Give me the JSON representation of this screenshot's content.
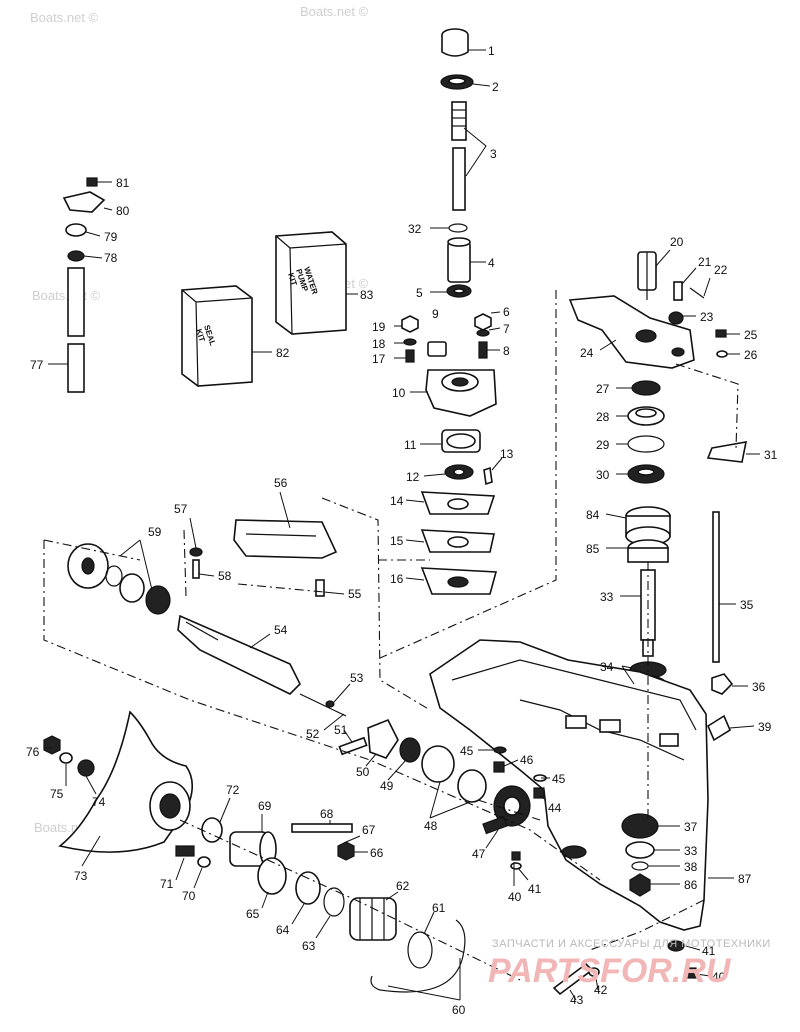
{
  "watermarks": [
    "Boats.net ©",
    "Boats.net ©",
    "Boats.net ©",
    "Boats.net ©",
    "Boats.net ©"
  ],
  "shop": {
    "tagline": "ЗАПЧАСТИ И АКСЕССУАРЫ ДЛЯ МОТОТЕХНИКИ",
    "logo": "PARTSFOR.RU"
  },
  "kits": {
    "water_pump": [
      "WATER",
      "PUMP",
      "KIT"
    ],
    "seal": [
      "SEAL",
      "KIT"
    ]
  },
  "callouts": [
    "1",
    "2",
    "3",
    "32",
    "4",
    "5",
    "9",
    "19",
    "18",
    "17",
    "6",
    "7",
    "8",
    "10",
    "11",
    "12",
    "13",
    "14",
    "15",
    "16",
    "81",
    "80",
    "79",
    "78",
    "77",
    "83",
    "82",
    "20",
    "21",
    "22",
    "23",
    "25",
    "26",
    "24",
    "27",
    "28",
    "29",
    "30",
    "31",
    "84",
    "85",
    "33",
    "35",
    "34",
    "36",
    "39",
    "56",
    "57",
    "58",
    "55",
    "59",
    "54",
    "53",
    "52",
    "51",
    "50",
    "49",
    "45",
    "46",
    "45",
    "44",
    "48",
    "47",
    "37",
    "33",
    "38",
    "86",
    "87",
    "41",
    "40",
    "76",
    "75",
    "74",
    "73",
    "72",
    "69",
    "68",
    "67",
    "66",
    "71",
    "70",
    "65",
    "64",
    "63",
    "62",
    "61",
    "60",
    "41",
    "40",
    "43",
    "42"
  ],
  "colors": {
    "ink": "#111111",
    "watermark": "#cfcfcf",
    "logo": "#f2b6b6"
  }
}
